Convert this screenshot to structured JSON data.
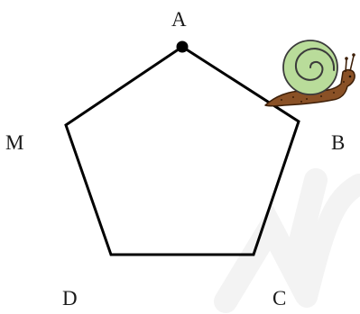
{
  "diagram": {
    "shape": "pentagon",
    "vertex_labels": {
      "top": "A",
      "right": "B",
      "bottom_right": "C",
      "bottom_left": "D",
      "left": "M"
    },
    "start_marker": "dot at A",
    "figure": "snail-icon",
    "watermark": "ma",
    "colors": {
      "stroke": "#000000",
      "label": "#1a1a1a",
      "watermark": "#f1f1f1",
      "snail_shell": "#b9dc9a",
      "snail_shell_outline": "#3b3b3b",
      "snail_body": "#8a5126",
      "snail_body_outline": "#3d1f08"
    }
  }
}
